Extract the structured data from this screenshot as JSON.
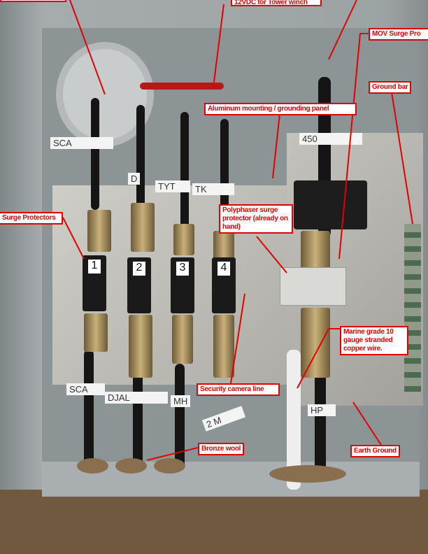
{
  "annotations": {
    "tower_winch": "12VDC for Tower winch",
    "mov": "MOV Surge Pro",
    "ground_bar": "Ground bar",
    "panel": "Aluminum mounting / grounding panel",
    "surge_protectors": "Surge Protectors",
    "polyphaser": "Polyphaser surge protector (already on hand)",
    "marine_wire": "Marine grade 10 gauge stranded copper wire.",
    "security_line": "Security camera line",
    "bronze_wool": "Bronze wool",
    "earth_ground": "Earth Ground"
  },
  "cable_tags": {
    "top": [
      "SCA",
      "D",
      "TYT",
      "TK",
      "450"
    ],
    "bottom": [
      "SCA",
      "DJAL",
      "MH",
      "2 M",
      "HP"
    ]
  },
  "protector_numbers": [
    "1",
    "2",
    "3",
    "4"
  ],
  "colors": {
    "annotation": "#e00000",
    "enclosure": "#9aa1a3",
    "panel": "#bdbcb6"
  }
}
